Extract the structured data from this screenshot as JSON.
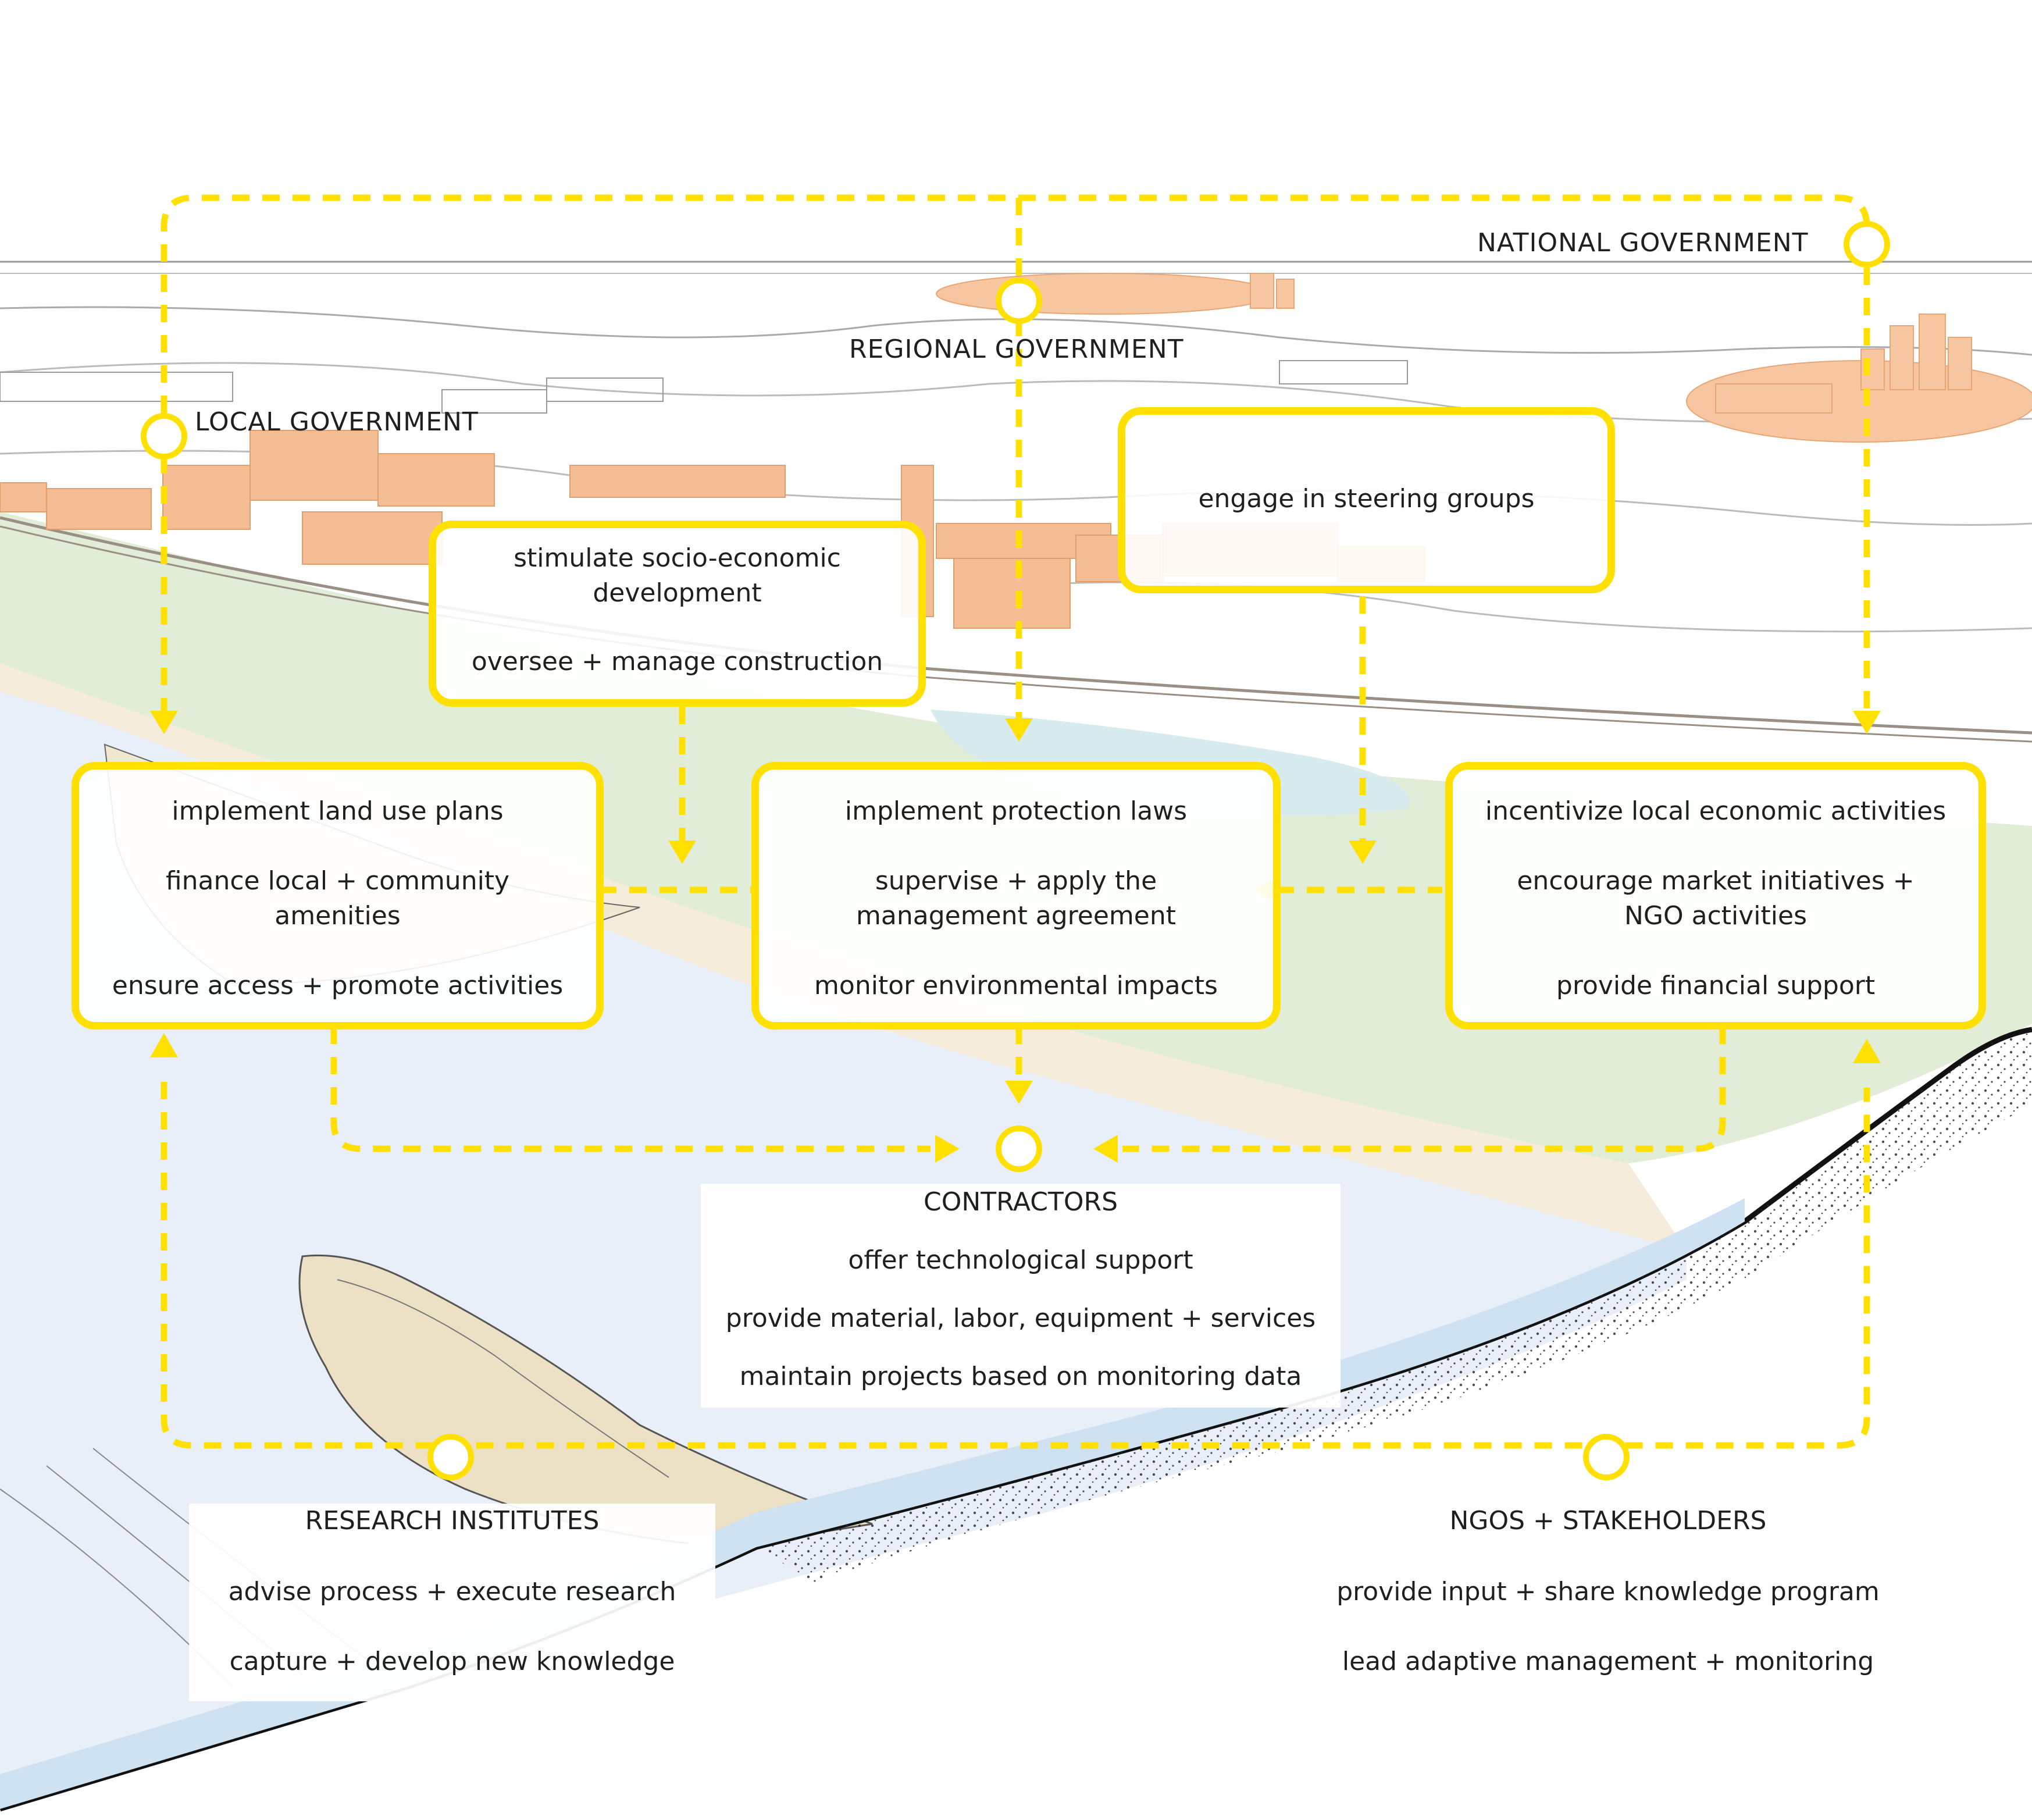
{
  "colors": {
    "accent_yellow": "#ffe000",
    "buildings": "#f5b98e",
    "wetland_green": "#dfecd3",
    "water_blue": "#e8eff8",
    "sand": "#efe3c6",
    "coastline": "#111111"
  },
  "actors": {
    "national": "NATIONAL GOVERNMENT",
    "regional": "REGIONAL GOVERNMENT",
    "local": "LOCAL GOVERNMENT",
    "contractors": "CONTRACTORS",
    "research": "RESEARCH INSTITUTES",
    "ngos": "NGOS + STAKEHOLDERS"
  },
  "boxes": {
    "steering": {
      "lines": [
        "engage in steering groups"
      ]
    },
    "socio": {
      "lines": [
        "stimulate socio-economic",
        "development",
        "oversee + manage construction"
      ]
    },
    "local_tasks": {
      "lines": [
        "implement land use plans",
        "finance local + community",
        "amenities",
        "ensure access + promote activities"
      ]
    },
    "regional_tasks": {
      "lines": [
        "implement protection laws",
        "supervise + apply the",
        "management agreement",
        "monitor environmental impacts"
      ]
    },
    "national_tasks": {
      "lines": [
        "incentivize local economic activities",
        "encourage market initiatives +",
        "NGO activities",
        "provide financial support"
      ]
    }
  },
  "contractors_tasks": [
    "offer technological support",
    "provide material, labor, equipment + services",
    "maintain projects based on monitoring data"
  ],
  "research_tasks": [
    "advise process + execute research",
    "capture + develop new knowledge"
  ],
  "ngo_tasks": [
    "provide input + share knowledge program",
    "lead adaptive management + monitoring"
  ]
}
